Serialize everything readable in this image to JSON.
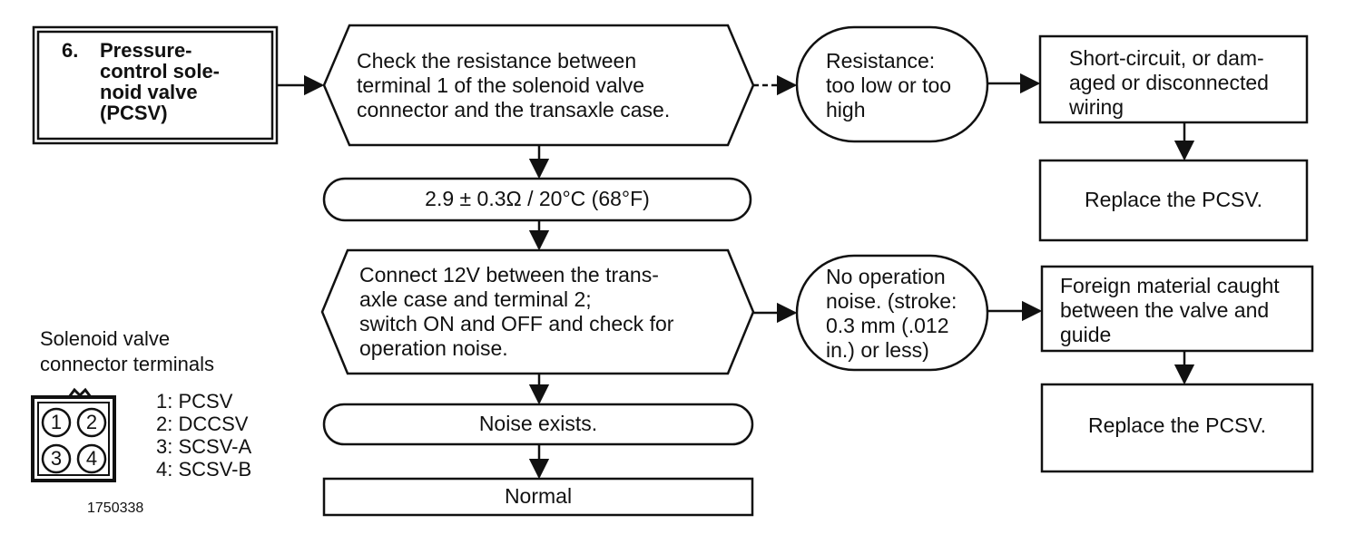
{
  "start_box": {
    "number": "6.",
    "title": "Pressure-\ncontrol sole-\nnoid valve\n(PCSV)"
  },
  "check_resistance": {
    "text": "Check the resistance between\nterminal 1 of the solenoid valve\nconnector and the transaxle case."
  },
  "resistance_bad": {
    "text": "Resistance:\ntoo low or too\nhigh"
  },
  "short_circuit": {
    "text": "Short-circuit, or dam-\naged or disconnected\nwiring"
  },
  "replace_top": {
    "text": "Replace the PCSV."
  },
  "spec_value": {
    "text": "2.9 ± 0.3Ω / 20°C (68°F)"
  },
  "connect_12v": {
    "text": "Connect 12V between the trans-\naxle case and terminal 2;\nswitch ON and OFF and check for\noperation noise."
  },
  "no_noise": {
    "text": "No operation\nnoise. (stroke:\n0.3 mm (.012\nin.) or less)"
  },
  "foreign_material": {
    "text": "Foreign material caught\nbetween the valve and\nguide"
  },
  "replace_bottom": {
    "text": "Replace the PCSV."
  },
  "noise_exists": {
    "text": "Noise exists."
  },
  "normal": {
    "text": "Normal"
  },
  "legend": {
    "title": "Solenoid valve\nconnector terminals",
    "pins": [
      "1",
      "2",
      "3",
      "4"
    ],
    "items": [
      "1: PCSV",
      "2: DCCSV",
      "3: SCSV-A",
      "4: SCSV-B"
    ]
  },
  "figure_id": "1750338"
}
